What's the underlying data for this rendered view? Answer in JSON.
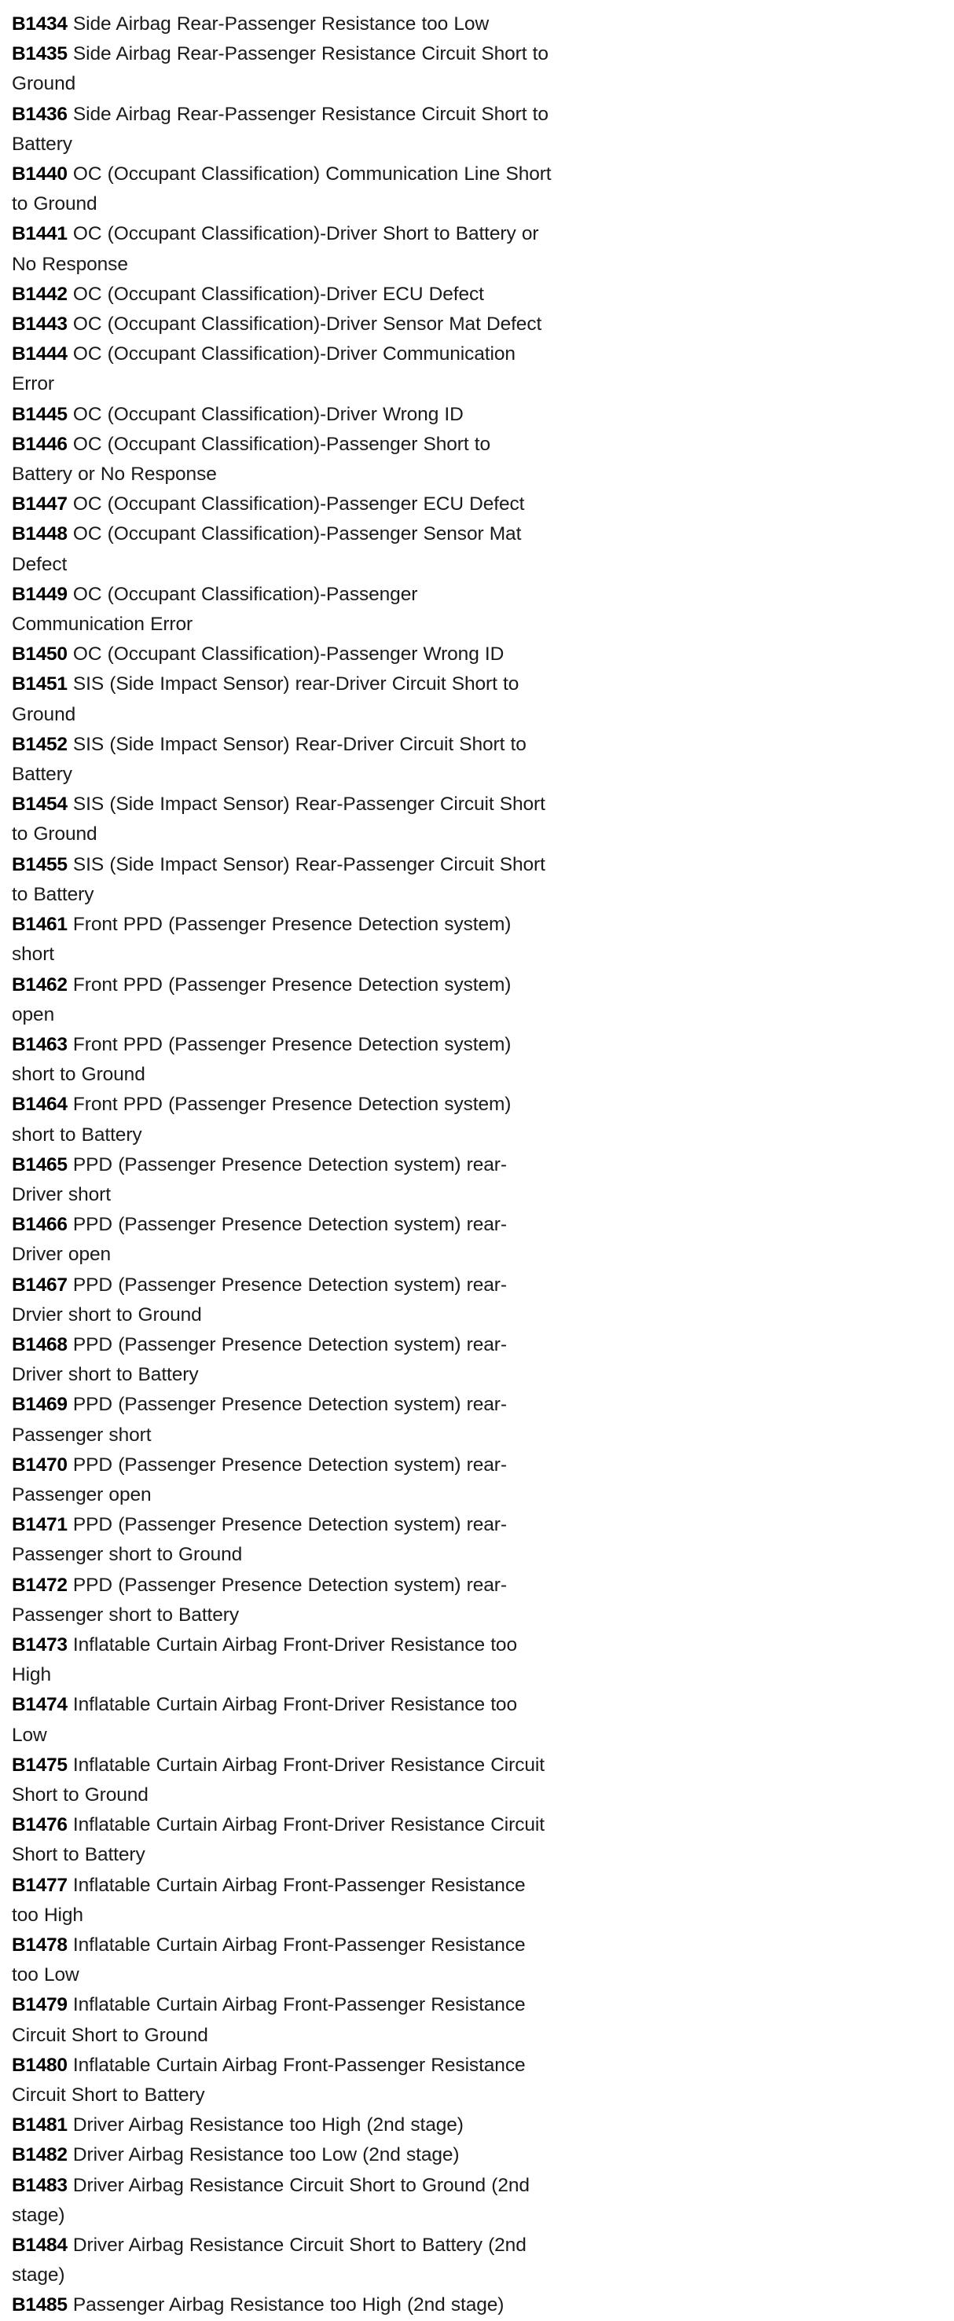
{
  "document": {
    "type": "dtc-code-list",
    "text_color": "#141414",
    "background_color": "#ffffff",
    "entries": [
      {
        "code": "B1434",
        "description": "Side Airbag Rear-Passenger Resistance too Low"
      },
      {
        "code": "B1435",
        "description": "Side Airbag Rear-Passenger Resistance Circuit Short to Ground"
      },
      {
        "code": "B1436",
        "description": "Side Airbag Rear-Passenger Resistance Circuit Short to Battery"
      },
      {
        "code": "B1440",
        "description": "OC (Occupant Classification) Communication Line Short to Ground"
      },
      {
        "code": "B1441",
        "description": "OC (Occupant Classification)-Driver Short to Battery or No Response"
      },
      {
        "code": "B1442",
        "description": "OC (Occupant Classification)-Driver ECU Defect"
      },
      {
        "code": "B1443",
        "description": "OC (Occupant Classification)-Driver Sensor Mat Defect"
      },
      {
        "code": "B1444",
        "description": "OC (Occupant Classification)-Driver Communication Error"
      },
      {
        "code": "B1445",
        "description": "OC (Occupant Classification)-Driver Wrong ID"
      },
      {
        "code": "B1446",
        "description": "OC (Occupant Classification)-Passenger Short to Battery or No Response"
      },
      {
        "code": "B1447",
        "description": "OC (Occupant Classification)-Passenger ECU Defect"
      },
      {
        "code": "B1448",
        "description": "OC (Occupant Classification)-Passenger Sensor Mat Defect"
      },
      {
        "code": "B1449",
        "description": "OC (Occupant Classification)-Passenger Communication Error"
      },
      {
        "code": "B1450",
        "description": "OC (Occupant Classification)-Passenger Wrong ID"
      },
      {
        "code": "B1451",
        "description": "SIS (Side Impact Sensor) rear-Driver Circuit Short to Ground"
      },
      {
        "code": "B1452",
        "description": "SIS (Side Impact Sensor) Rear-Driver Circuit Short to Battery"
      },
      {
        "code": "B1454",
        "description": "SIS (Side Impact Sensor) Rear-Passenger Circuit Short to Ground"
      },
      {
        "code": "B1455",
        "description": "SIS (Side Impact Sensor) Rear-Passenger Circuit Short to Battery"
      },
      {
        "code": "B1461",
        "description": "Front PPD (Passenger Presence Detection system) short"
      },
      {
        "code": "B1462",
        "description": "Front PPD (Passenger Presence Detection system) open"
      },
      {
        "code": "B1463",
        "description": "Front PPD (Passenger Presence Detection system) short to Ground"
      },
      {
        "code": "B1464",
        "description": "Front PPD (Passenger Presence Detection system) short to Battery"
      },
      {
        "code": "B1465",
        "description": "PPD (Passenger Presence Detection system) rear-Driver short"
      },
      {
        "code": "B1466",
        "description": "PPD (Passenger Presence Detection system) rear-Driver open"
      },
      {
        "code": "B1467",
        "description": "PPD (Passenger Presence Detection system) rear-Drvier short to Ground"
      },
      {
        "code": "B1468",
        "description": "PPD (Passenger Presence Detection system) rear-Driver short to Battery"
      },
      {
        "code": "B1469",
        "description": "PPD (Passenger Presence Detection system) rear-Passenger short"
      },
      {
        "code": "B1470",
        "description": "PPD (Passenger Presence Detection system) rear-Passenger open"
      },
      {
        "code": "B1471",
        "description": "PPD (Passenger Presence Detection system) rear-Passenger short to Ground"
      },
      {
        "code": "B1472",
        "description": "PPD (Passenger Presence Detection system) rear-Passenger short to Battery"
      },
      {
        "code": "B1473",
        "description": "Inflatable Curtain Airbag Front-Driver Resistance too High"
      },
      {
        "code": "B1474",
        "description": "Inflatable Curtain Airbag Front-Driver Resistance too Low"
      },
      {
        "code": "B1475",
        "description": "Inflatable Curtain Airbag Front-Driver Resistance Circuit Short to Ground"
      },
      {
        "code": "B1476",
        "description": "Inflatable Curtain Airbag Front-Driver Resistance Circuit Short to Battery"
      },
      {
        "code": "B1477",
        "description": "Inflatable Curtain Airbag Front-Passenger Resistance too High"
      },
      {
        "code": "B1478",
        "description": "Inflatable Curtain Airbag Front-Passenger Resistance too Low"
      },
      {
        "code": "B1479",
        "description": "Inflatable Curtain Airbag Front-Passenger Resistance Circuit Short to Ground"
      },
      {
        "code": "B1480",
        "description": "Inflatable Curtain Airbag Front-Passenger Resistance Circuit Short to Battery"
      },
      {
        "code": "B1481",
        "description": "Driver Airbag Resistance too High (2nd stage)"
      },
      {
        "code": "B1482",
        "description": "Driver Airbag Resistance too Low (2nd stage)"
      },
      {
        "code": "B1483",
        "description": "Driver Airbag Resistance Circuit Short to Ground (2nd stage)"
      },
      {
        "code": "B1484",
        "description": "Driver Airbag Resistance Circuit Short to Battery (2nd stage)"
      },
      {
        "code": "B1485",
        "description": "Passenger Airbag Resistance too High (2nd stage)"
      }
    ]
  }
}
